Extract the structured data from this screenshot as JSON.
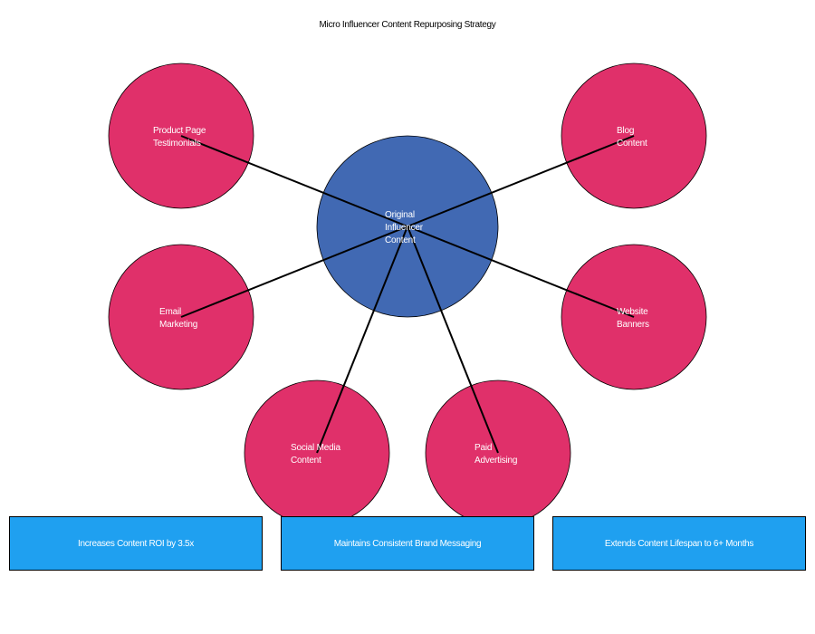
{
  "title": "Micro Influencer Content Repurposing Strategy",
  "colors": {
    "center_fill": "#4169b3",
    "node_fill": "#e0306a",
    "benefit_fill": "#1fa0f0",
    "connector": "#000000"
  },
  "center": {
    "lines": [
      "Original",
      "Influencer",
      "Content"
    ]
  },
  "nodes": [
    {
      "id": "product-page-testimonials",
      "lines": [
        "Product Page",
        "Testimonials"
      ]
    },
    {
      "id": "blog-content",
      "lines": [
        "Blog",
        "Content"
      ]
    },
    {
      "id": "email-marketing",
      "lines": [
        "Email",
        "Marketing"
      ]
    },
    {
      "id": "website-banners",
      "lines": [
        "Website",
        "Banners"
      ]
    },
    {
      "id": "social-media-content",
      "lines": [
        "Social Media",
        "Content"
      ]
    },
    {
      "id": "paid-advertising",
      "lines": [
        "Paid",
        "Advertising"
      ]
    }
  ],
  "benefits": [
    "Increases Content ROI by 3.5x",
    "Maintains Consistent Brand Messaging",
    "Extends Content Lifespan to 6+ Months"
  ]
}
